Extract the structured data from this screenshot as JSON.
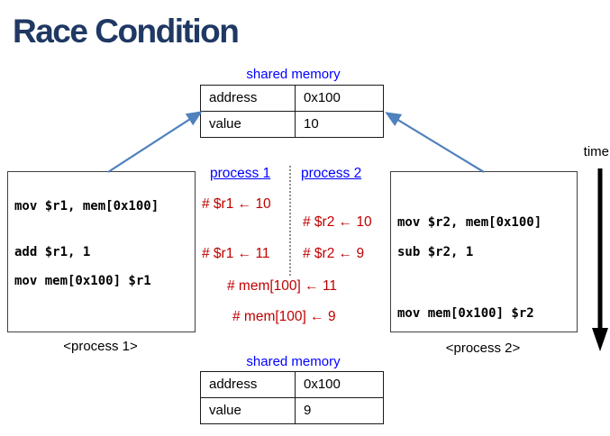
{
  "title": "Race Condition",
  "colors": {
    "title_navy": "#1f3864",
    "label_blue": "#0000ff",
    "annotation_red": "#c00000",
    "connector_blue": "#4f81bd",
    "time_arrow_black": "#000000"
  },
  "tables": {
    "top": {
      "label": "shared memory",
      "rows": [
        [
          "address",
          "0x100"
        ],
        [
          "value",
          "10"
        ]
      ]
    },
    "bottom": {
      "label": "shared memory",
      "rows": [
        [
          "address",
          "0x100"
        ],
        [
          "value",
          "9"
        ]
      ]
    }
  },
  "process1": {
    "code": [
      "mov $r1, mem[0x100]",
      "add $r1, 1",
      "mov mem[0x100] $r1"
    ],
    "caption": "<process 1>"
  },
  "process2": {
    "code": [
      "mov $r2, mem[0x100]",
      "sub $r2, 1",
      "mov mem[0x100] $r2"
    ],
    "caption": "<process 2>"
  },
  "timeline": {
    "col1_header": "process 1",
    "col2_header": "process 2",
    "events": [
      {
        "col": "process 1",
        "text": "# $r1 ← 10"
      },
      {
        "col": "process 2",
        "text": "# $r2 ← 10"
      },
      {
        "col": "process 1",
        "text": "# $r1 ← 11"
      },
      {
        "col": "process 2",
        "text": "# $r2 ← 9"
      },
      {
        "col": "center",
        "text": "# mem[100] ← 11"
      },
      {
        "col": "center",
        "text": "# mem[100] ← 9"
      }
    ]
  },
  "time_label": "time"
}
